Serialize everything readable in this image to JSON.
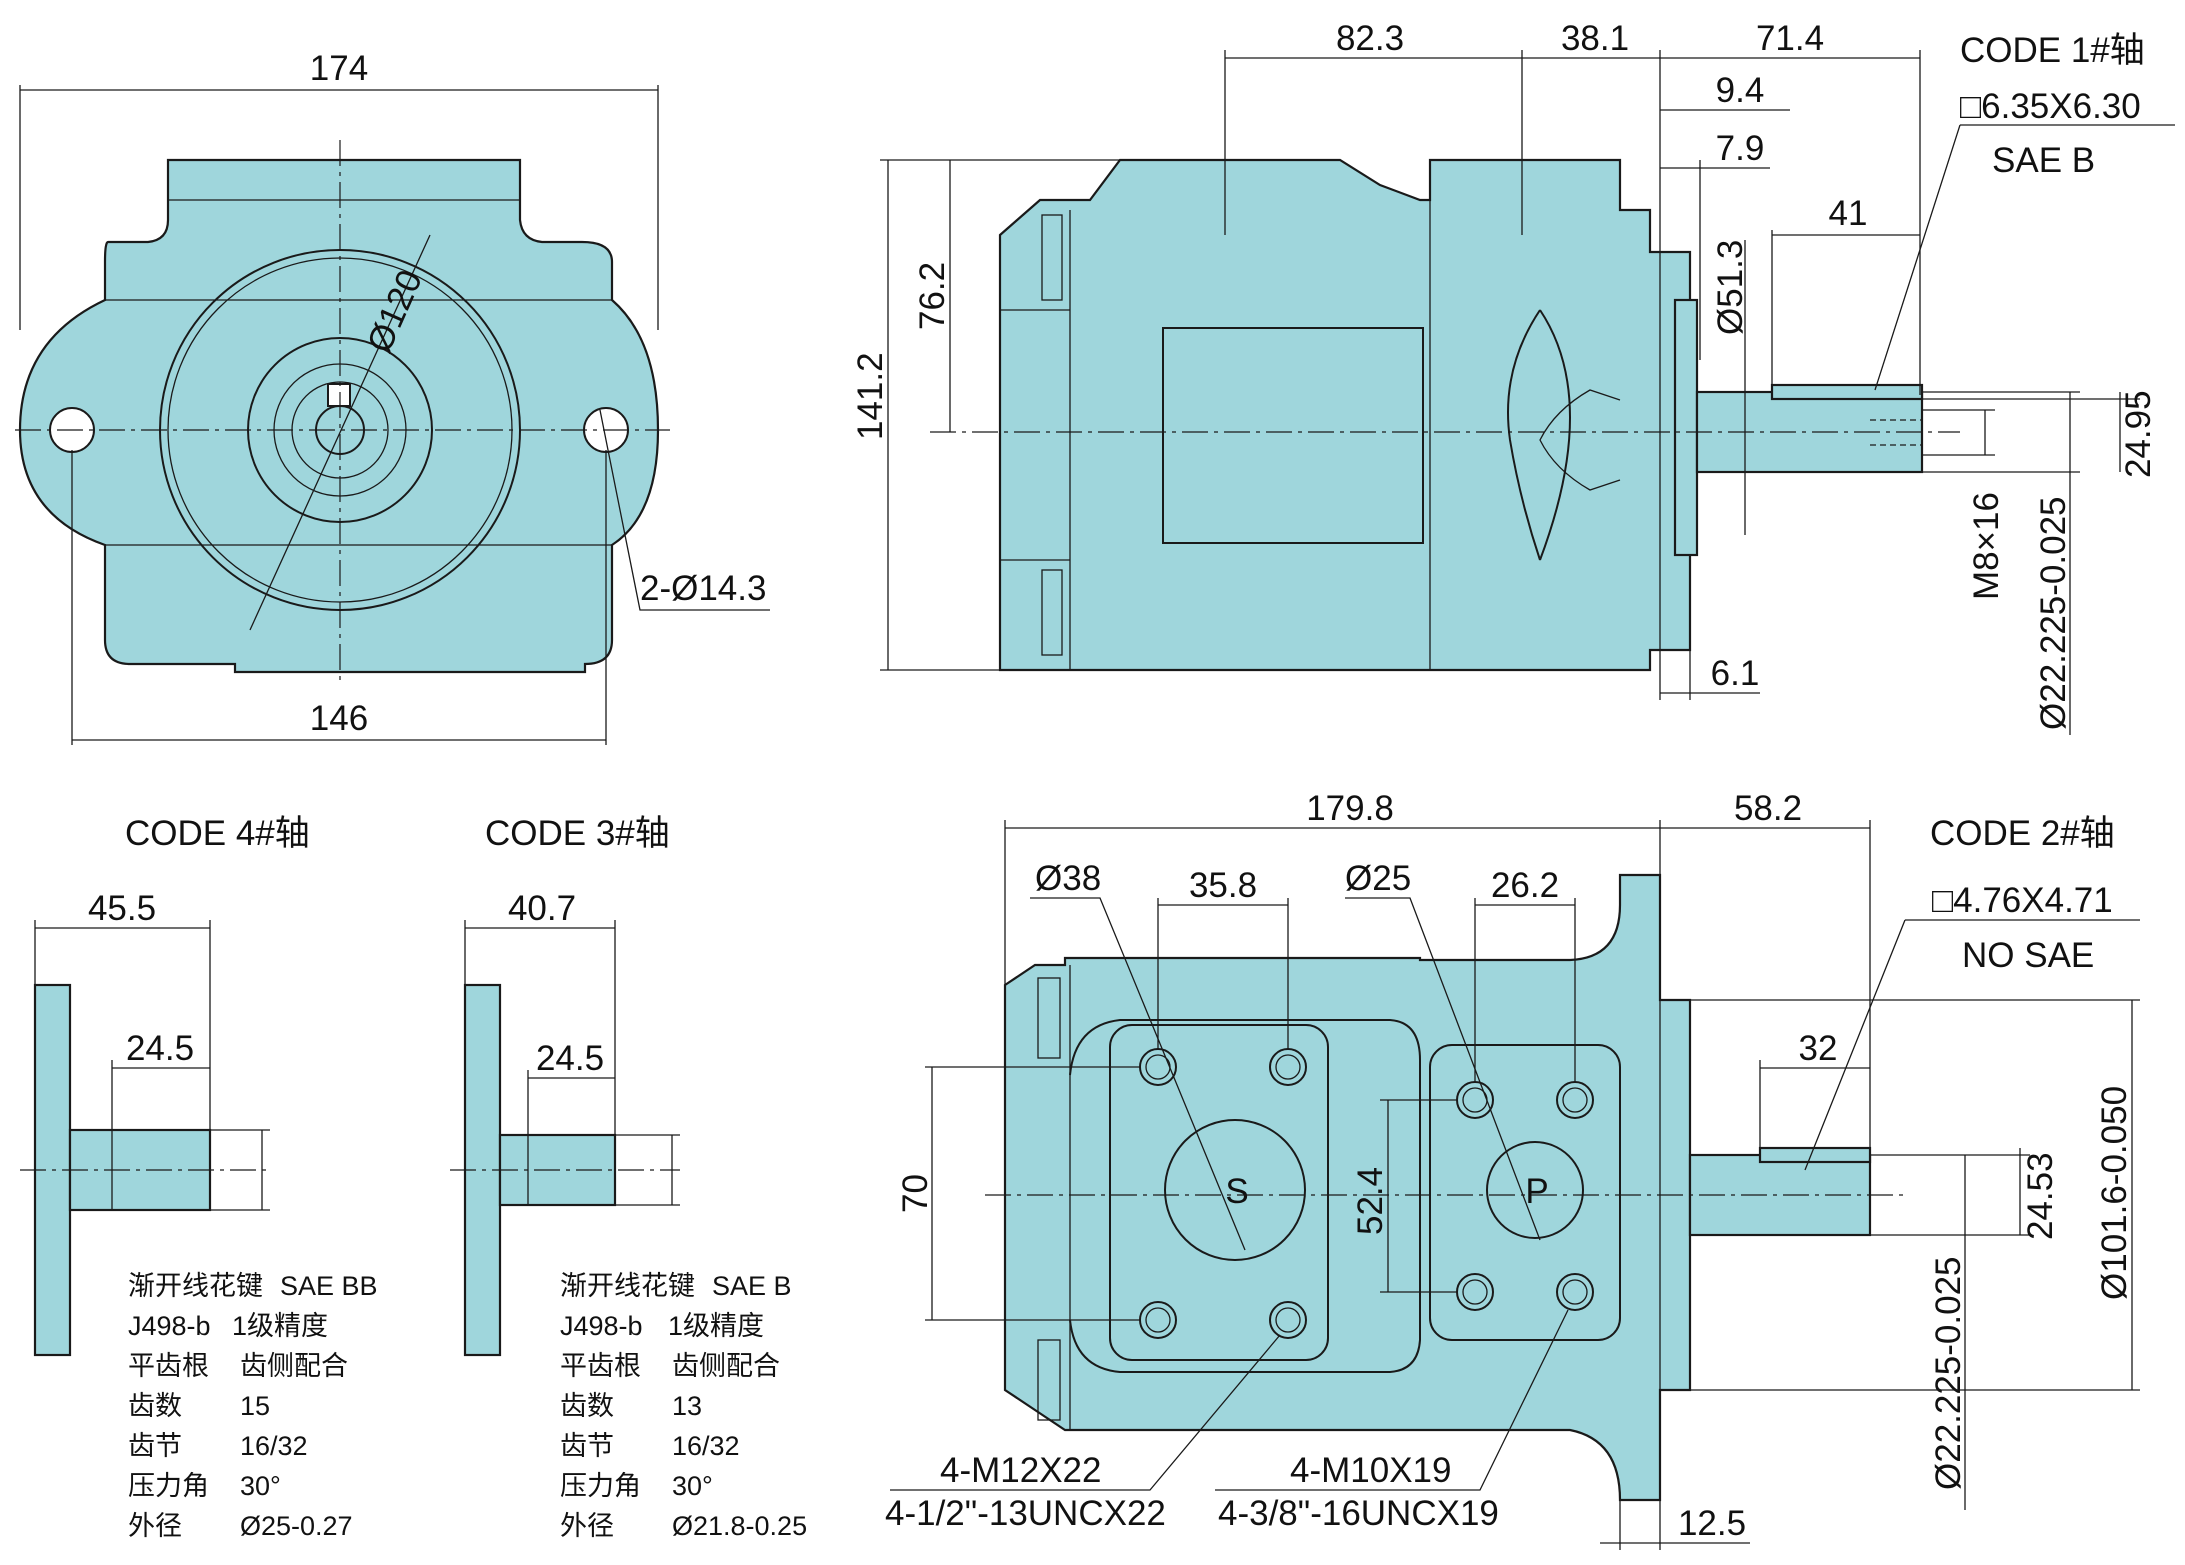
{
  "front_view": {
    "width_overall": "174",
    "bolt_spacing": "146",
    "pilot_diameter": "Ø120",
    "mount_holes": "2-Ø14.3"
  },
  "side_view": {
    "len_a": "82.3",
    "len_b": "38.1",
    "len_c": "71.4",
    "len_d": "9.4",
    "len_e": "7.9",
    "pilot_dia": "Ø51.3",
    "shaft_len": "41",
    "height_total": "141.2",
    "height_center": "76.2",
    "flange_thk": "6.1",
    "key_width": "24.95",
    "thread": "M8×16",
    "shaft_dia": "Ø22.225-0.025",
    "code_title": "CODE 1#轴",
    "code_key": "□6.35X6.30",
    "code_std": "SAE B"
  },
  "shaft_code4": {
    "title": "CODE 4#轴",
    "len_total": "45.5",
    "len_spline": "24.5",
    "notes": [
      {
        "k": "渐开线花键",
        "v": "SAE BB"
      },
      {
        "k": "J498-b",
        "v": "1级精度"
      },
      {
        "k": "平齿根",
        "v": "齿侧配合"
      },
      {
        "k": "齿数",
        "v": "15"
      },
      {
        "k": "齿节",
        "v": "16/32"
      },
      {
        "k": "压力角",
        "v": "30°"
      },
      {
        "k": "外径",
        "v": "Ø25-0.27"
      }
    ]
  },
  "shaft_code3": {
    "title": "CODE 3#轴",
    "len_total": "40.7",
    "len_spline": "24.5",
    "notes": [
      {
        "k": "渐开线花键",
        "v": "SAE B"
      },
      {
        "k": "J498-b",
        "v": "1级精度"
      },
      {
        "k": "平齿根",
        "v": "齿侧配合"
      },
      {
        "k": "齿数",
        "v": "13"
      },
      {
        "k": "齿节",
        "v": "16/32"
      },
      {
        "k": "压力角",
        "v": "30°"
      },
      {
        "k": "外径",
        "v": "Ø21.8-0.25"
      }
    ]
  },
  "bottom_view": {
    "len_total": "179.8",
    "len_shaft": "58.2",
    "suction_dia": "Ø38",
    "suction_pitch": "35.8",
    "pressure_dia": "Ø25",
    "pressure_pitch": "26.2",
    "suction_height": "70",
    "pressure_height": "52.4",
    "suction_label": "S",
    "pressure_label": "P",
    "suction_thread_1": "4-M12X22",
    "suction_thread_2": "4-1/2\"-13UNCX22",
    "pressure_thread_1": "4-M10X19",
    "pressure_thread_2": "4-3/8\"-16UNCX19",
    "flange_offset": "12.5",
    "key_len": "32",
    "key_width": "24.53",
    "shaft_dia": "Ø22.225-0.025",
    "pilot_dia": "Ø101.6-0.050",
    "code_title": "CODE 2#轴",
    "code_key": "□4.76X4.71",
    "code_std": "NO SAE"
  }
}
